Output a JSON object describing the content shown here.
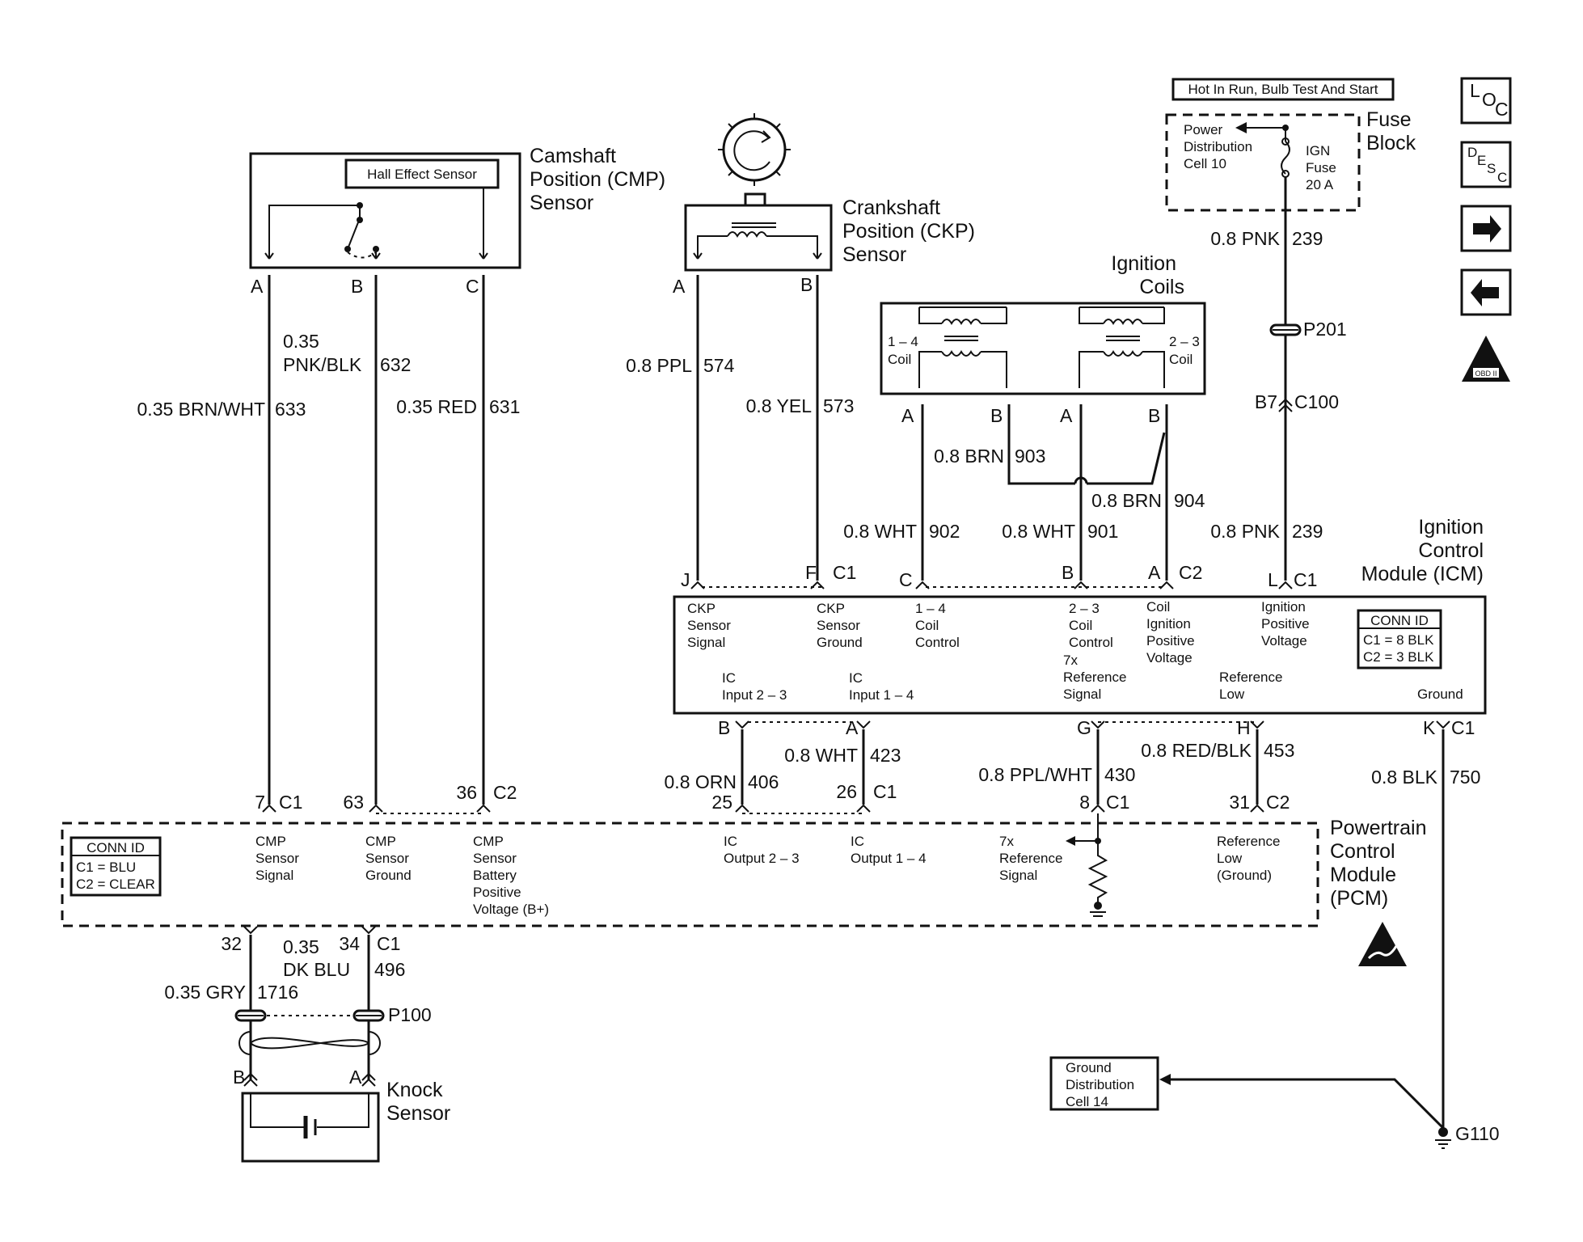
{
  "components": {
    "cmp": {
      "title": [
        "Camshaft",
        "Position (CMP)",
        "Sensor"
      ],
      "inner": "Hall Effect Sensor",
      "pins": [
        "A",
        "B",
        "C"
      ]
    },
    "ckp": {
      "title": [
        "Crankshaft",
        "Position (CKP)",
        "Sensor"
      ],
      "pins": [
        "A",
        "B"
      ]
    },
    "coils": {
      "title": [
        "Ignition",
        "Coils"
      ],
      "left": [
        "1 – 4",
        "Coil"
      ],
      "right": [
        "2 – 3",
        "Coil"
      ],
      "pins": [
        "A",
        "B",
        "A",
        "B"
      ]
    },
    "fuse": {
      "banner": "Hot In Run, Bulb Test And Start",
      "title": [
        "Fuse",
        "Block"
      ],
      "pdc": [
        "Power",
        "Distribution",
        "Cell 10"
      ],
      "fuse": [
        "IGN",
        "Fuse",
        "20 A"
      ]
    },
    "icm": {
      "title": [
        "Ignition",
        "Control",
        "Module (ICM)"
      ],
      "connid": {
        "title": "CONN ID",
        "c1": "C1 = 8 BLK",
        "c2": "C2 = 3 BLK"
      },
      "top_pins": [
        {
          "pin": "J",
          "conn": ""
        },
        {
          "pin": "F",
          "conn": "C1"
        },
        {
          "pin": "C",
          "conn": ""
        },
        {
          "pin": "B",
          "conn": ""
        },
        {
          "pin": "A",
          "conn": "C2"
        },
        {
          "pin": "L",
          "conn": "C1"
        }
      ],
      "top_labels": [
        [
          "CKP",
          "Sensor",
          "Signal"
        ],
        [
          "CKP",
          "Sensor",
          "Ground"
        ],
        [
          "1 – 4",
          "Coil",
          "Control"
        ],
        [
          "2 – 3",
          "Coil",
          "Control"
        ],
        [
          "Coil",
          "Ignition",
          "Positive",
          "Voltage"
        ],
        [
          "Ignition",
          "Positive",
          "Voltage"
        ]
      ],
      "bottom_labels": [
        [
          "IC",
          "Input 2 – 3"
        ],
        [
          "IC",
          "Input 1 – 4"
        ],
        [
          "7x",
          "Reference",
          "Signal"
        ],
        [
          "Reference",
          "Low"
        ],
        [
          "Ground"
        ]
      ],
      "bottom_pins": [
        {
          "pin": "B",
          "conn": ""
        },
        {
          "pin": "A",
          "conn": ""
        },
        {
          "pin": "G",
          "conn": ""
        },
        {
          "pin": "H",
          "conn": ""
        },
        {
          "pin": "K",
          "conn": "C1"
        }
      ]
    },
    "pcm": {
      "title": [
        "Powertrain",
        "Control",
        "Module",
        "(PCM)"
      ],
      "connid": {
        "title": "CONN ID",
        "c1": "C1 = BLU",
        "c2": "C2 = CLEAR"
      },
      "labels": [
        [
          "CMP",
          "Sensor",
          "Signal"
        ],
        [
          "CMP",
          "Sensor",
          "Ground"
        ],
        [
          "CMP",
          "Sensor",
          "Battery",
          "Positive",
          "Voltage (B+)"
        ],
        [
          "IC",
          "Output 2 – 3"
        ],
        [
          "IC",
          "Output 1 – 4"
        ],
        [
          "7x",
          "Reference",
          "Signal"
        ],
        [
          "Reference",
          "Low",
          "(Ground)"
        ]
      ],
      "top_pins": [
        {
          "pin": "7",
          "conn": "C1"
        },
        {
          "pin": "63",
          "conn": ""
        },
        {
          "pin": "36",
          "conn": "C2"
        },
        {
          "pin": "25",
          "conn": ""
        },
        {
          "pin": "26",
          "conn": "C1"
        },
        {
          "pin": "8",
          "conn": "C1"
        },
        {
          "pin": "31",
          "conn": "C2"
        }
      ],
      "bottom_pins": [
        {
          "pin": "32",
          "conn": ""
        },
        {
          "pin": "34",
          "conn": "C1"
        }
      ]
    },
    "knock": {
      "title": [
        "Knock",
        "Sensor"
      ],
      "pins": [
        "B",
        "A"
      ]
    },
    "ground": {
      "box": [
        "Ground",
        "Distribution",
        "Cell 14"
      ],
      "label": "G110"
    }
  },
  "connectors": {
    "p201": "P201",
    "c100_pin": "B7",
    "c100": "C100",
    "p100": "P100"
  },
  "wires": {
    "w633": {
      "size": "0.35 BRN/WHT",
      "num": "633"
    },
    "w632": {
      "size1": "0.35",
      "size2": "PNK/BLK",
      "num": "632"
    },
    "w631": {
      "size": "0.35 RED",
      "num": "631"
    },
    "w574": {
      "size": "0.8 PPL",
      "num": "574"
    },
    "w573": {
      "size": "0.8 YEL",
      "num": "573"
    },
    "w903": {
      "size": "0.8 BRN",
      "num": "903"
    },
    "w904": {
      "size": "0.8 BRN",
      "num": "904"
    },
    "w902": {
      "size": "0.8 WHT",
      "num": "902"
    },
    "w901": {
      "size": "0.8 WHT",
      "num": "901"
    },
    "w239a": {
      "size": "0.8 PNK",
      "num": "239"
    },
    "w239b": {
      "size": "0.8 PNK",
      "num": "239"
    },
    "w406": {
      "size": "0.8 ORN",
      "num": "406"
    },
    "w423": {
      "size": "0.8 WHT",
      "num": "423"
    },
    "w430": {
      "size": "0.8 PPL/WHT",
      "num": "430"
    },
    "w453": {
      "size": "0.8 RED/BLK",
      "num": "453"
    },
    "w750": {
      "size": "0.8 BLK",
      "num": "750"
    },
    "w1716": {
      "size": "0.35 GRY",
      "num": "1716"
    },
    "w496": {
      "size1": "0.35",
      "size2": "DK BLU",
      "num": "496"
    }
  },
  "side_icons": {
    "loc": [
      "L",
      "O",
      "C"
    ],
    "desc": [
      "D",
      "E",
      "S",
      "C"
    ],
    "obd": "OBD II"
  }
}
